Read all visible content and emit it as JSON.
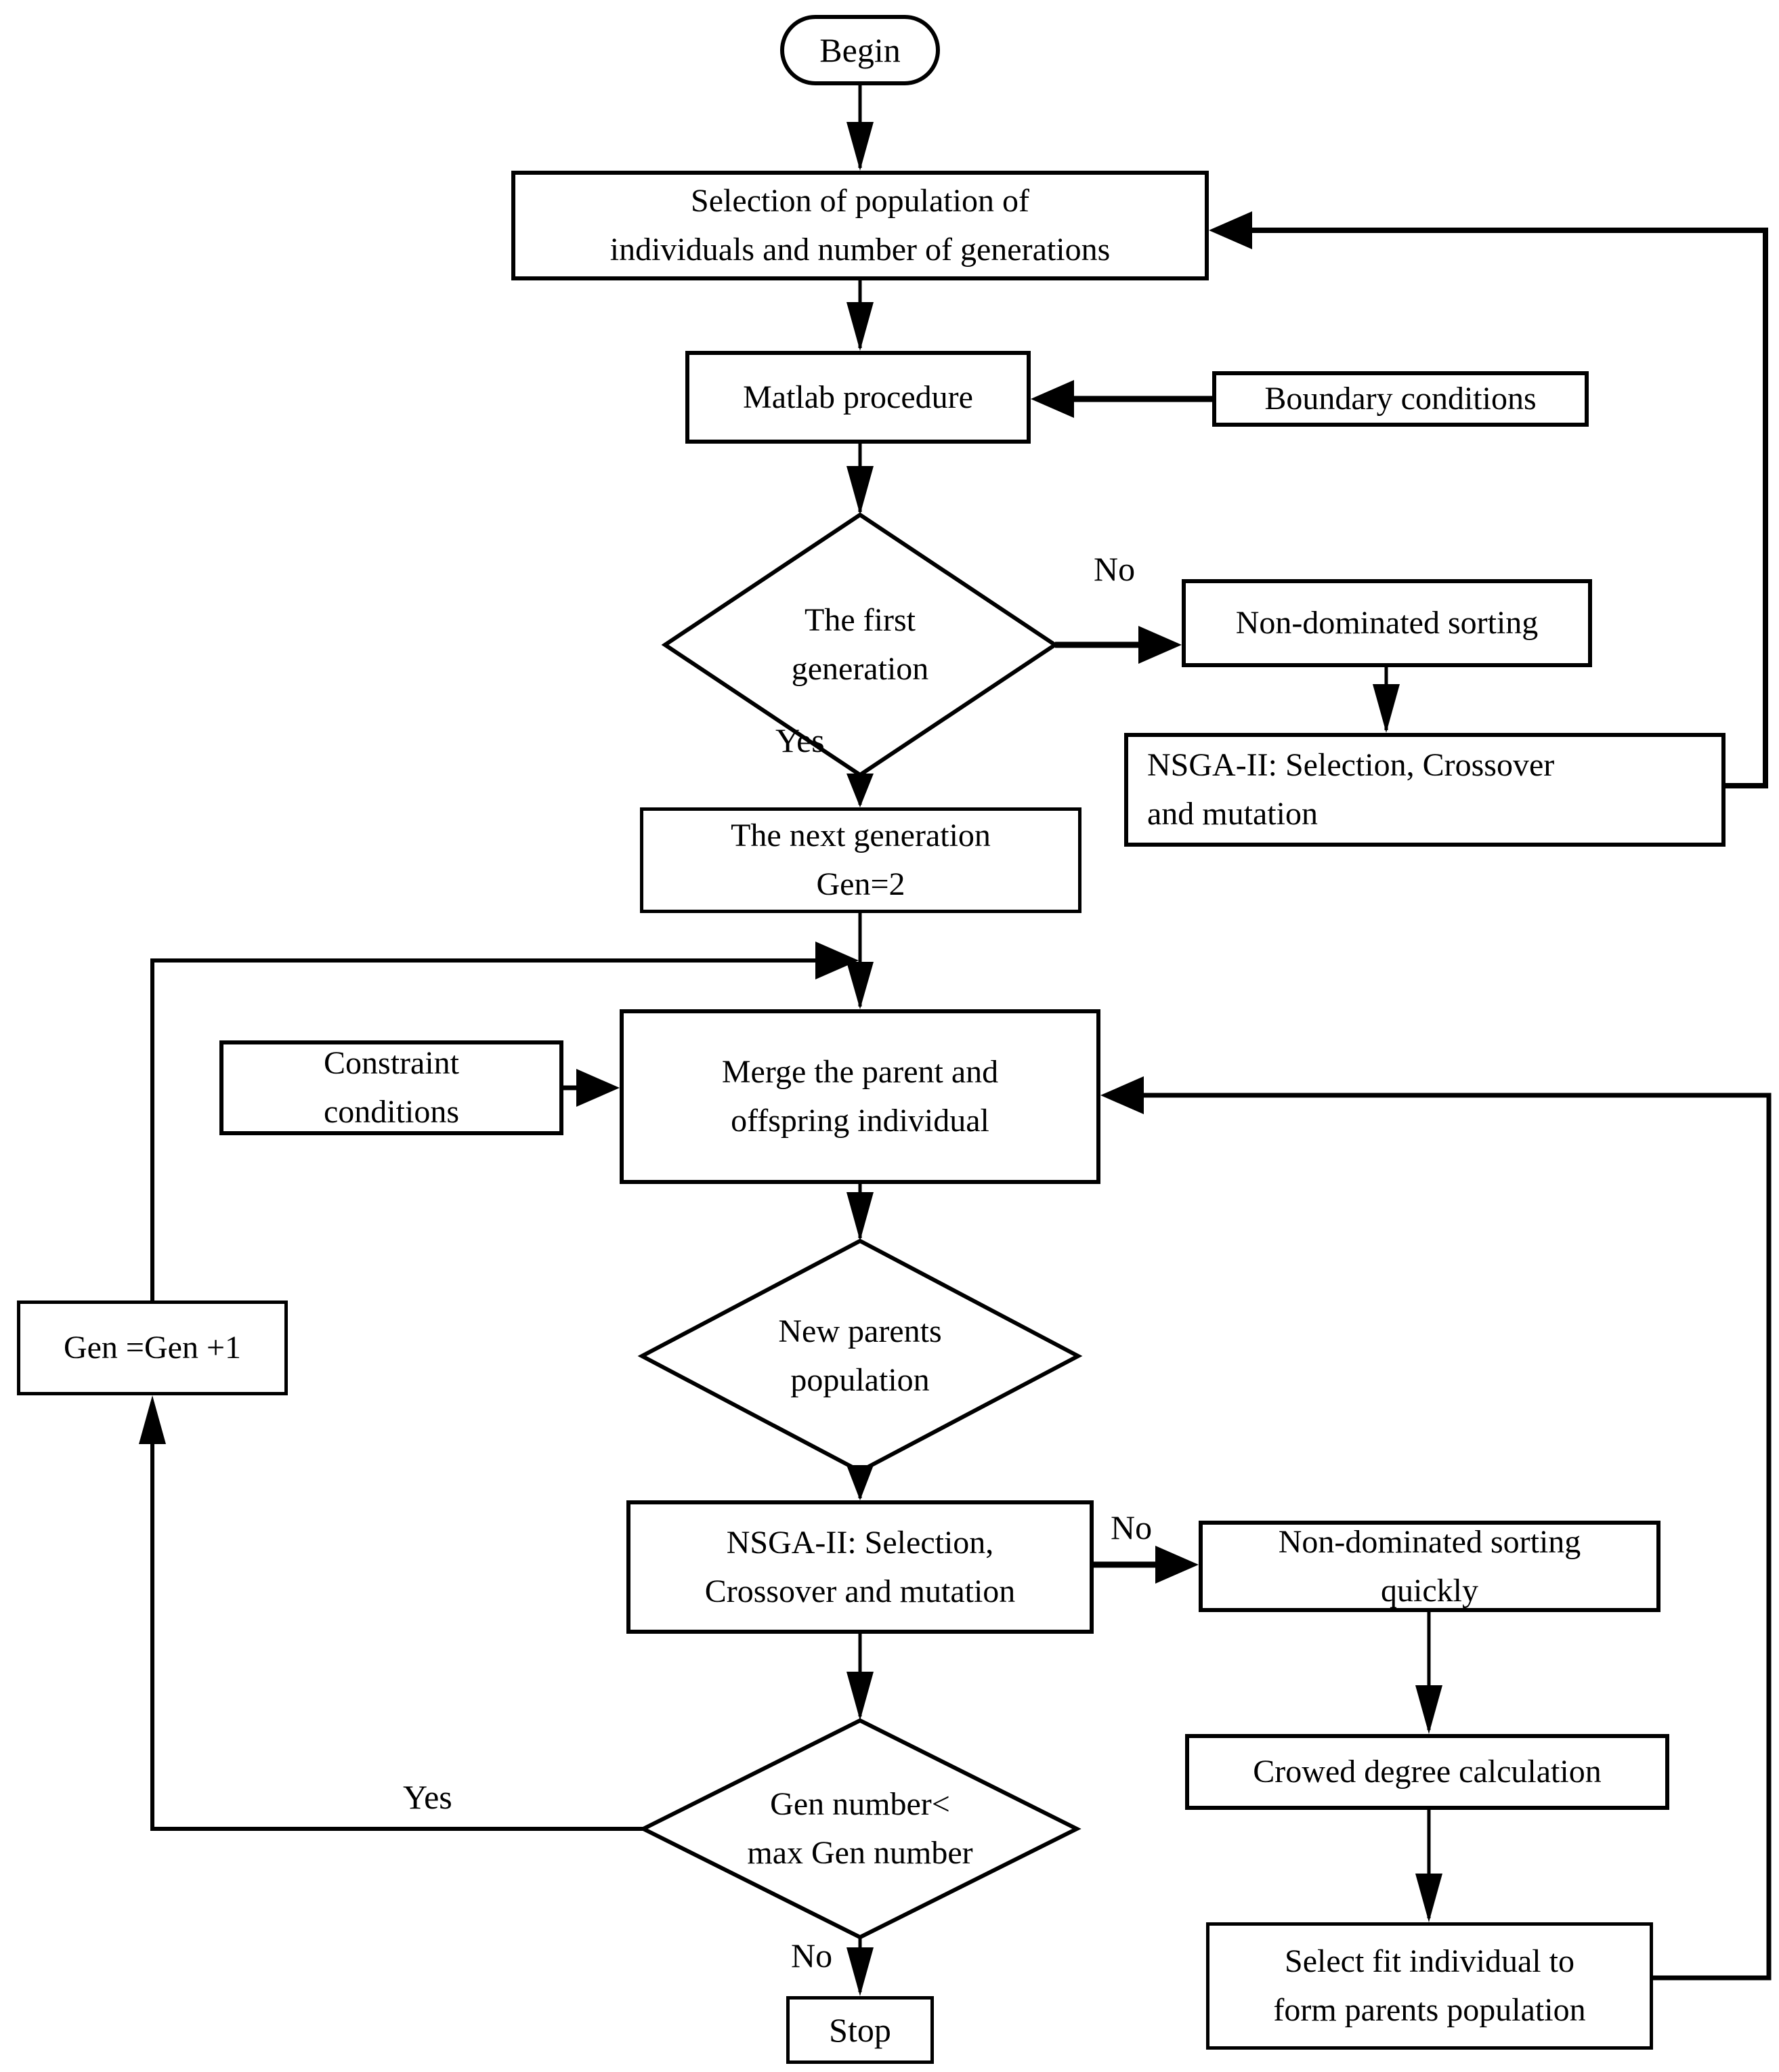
{
  "diagram": {
    "title": "NSGA-II optimization flowchart",
    "colors": {
      "background": "#ffffff",
      "line": "#000000",
      "node_fill": "#ffffff",
      "text": "#000000"
    },
    "nodes": {
      "begin": {
        "label": "Begin"
      },
      "selection": {
        "line1": "Selection of population of",
        "line2": "individuals and number of generations"
      },
      "matlab": {
        "label": "Matlab procedure"
      },
      "boundary": {
        "label": "Boundary conditions"
      },
      "first_gen_decision": {
        "line1": "The first",
        "line2": "generation"
      },
      "nondominated_sorting": {
        "label": "Non-dominated sorting"
      },
      "nsga_top": {
        "line1": "NSGA-II: Selection, Crossover",
        "line2": "and mutation"
      },
      "next_gen": {
        "line1": "The next generation",
        "line2": "Gen=2"
      },
      "constraint": {
        "line1": "Constraint",
        "line2": "conditions"
      },
      "merge": {
        "line1": "Merge the parent and",
        "line2": "offspring individual"
      },
      "new_parents_decision": {
        "line1": "New parents",
        "line2": "population"
      },
      "nsga_low": {
        "line1": "NSGA-II: Selection,",
        "line2": "Crossover and mutation"
      },
      "nondominated_sorting_quickly": {
        "line1": "Non-dominated sorting",
        "line2": "quickly"
      },
      "crowed_degree": {
        "label": "Crowed degree calculation"
      },
      "select_fit": {
        "line1": "Select fit individual to",
        "line2": "form parents population"
      },
      "gen_number_decision": {
        "line1": "Gen number<",
        "line2": "max Gen number"
      },
      "gen_increment": {
        "label": "Gen =Gen +1"
      },
      "stop": {
        "label": "Stop"
      }
    },
    "edge_labels": {
      "no_first_gen": "No",
      "yes_first_gen": "Yes",
      "no_new_parents": "No",
      "yes_gen_number": "Yes",
      "no_gen_number": "No"
    }
  }
}
